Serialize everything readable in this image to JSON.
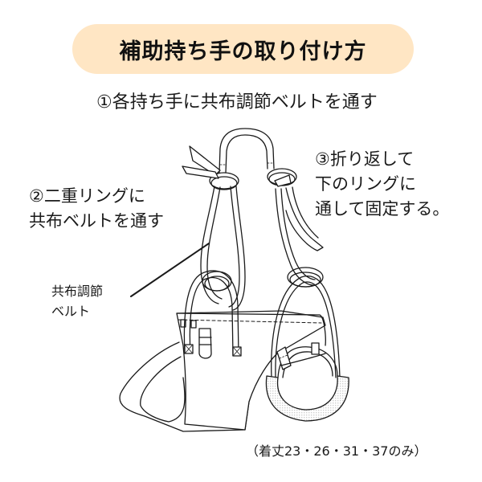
{
  "header": {
    "title": "補助持ち手の取り付け方",
    "background_color": "#FFE6C4"
  },
  "steps": [
    {
      "number": "①",
      "lines": [
        "①各持ち手に共布調節ベルトを通す"
      ]
    },
    {
      "number": "②",
      "lines": [
        "②二重リングに",
        "共布ベルトを通す"
      ]
    },
    {
      "number": "③",
      "lines": [
        "③折り返して",
        "下のリングに",
        "通して固定する。"
      ]
    }
  ],
  "callout": {
    "lines": [
      "共布調節",
      "ベルト"
    ]
  },
  "footnote": "（着丈23・26・31・37のみ）",
  "illustration": {
    "subject": "dog-harness-vest-with-auxiliary-handles",
    "stroke_color": "#1a1a1a",
    "fill_color": "#ffffff",
    "padding_texture_color": "#d9d9d9"
  }
}
